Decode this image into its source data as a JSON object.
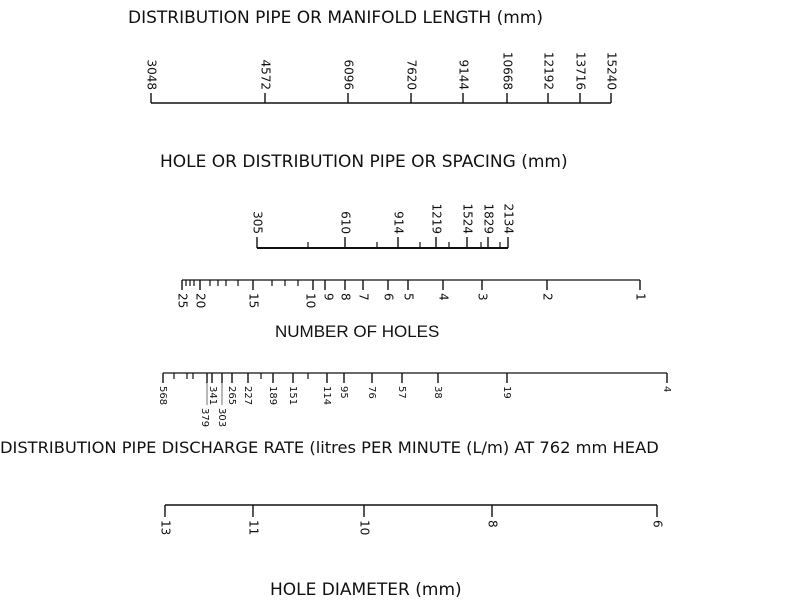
{
  "titles": {
    "pipe_length": "DISTRIBUTION PIPE OR MANIFOLD LENGTH (mm)",
    "spacing": "HOLE OR DISTRIBUTION PIPE OR SPACING (mm)",
    "holes": "NUMBER OF HOLES",
    "discharge": "DISTRIBUTION PIPE DISCHARGE RATE (litres  PER MINUTE (L/m) AT 762 mm HEAD",
    "diameter": "HOLE DIAMETER (mm)"
  },
  "scales": {
    "pipe_length": [
      "3048",
      "4572",
      "6096",
      "7620",
      "9144",
      "10668",
      "12192",
      "13716",
      "15240"
    ],
    "spacing": [
      "305",
      "610",
      "914",
      "1219",
      "1524",
      "1829",
      "2134"
    ],
    "holes": [
      "25",
      "20",
      "15",
      "10",
      "9",
      "8",
      "7",
      "6",
      "5",
      "4",
      "3",
      "2",
      "1"
    ],
    "discharge": [
      "568",
      "379",
      "341",
      "303",
      "265",
      "227",
      "189",
      "151",
      "114",
      "95",
      "76",
      "57",
      "38",
      "19",
      "4"
    ],
    "diameter": [
      "13",
      "11",
      "10",
      "8",
      "6"
    ]
  },
  "colors": {
    "ink": "#111111",
    "background": "#ffffff"
  }
}
